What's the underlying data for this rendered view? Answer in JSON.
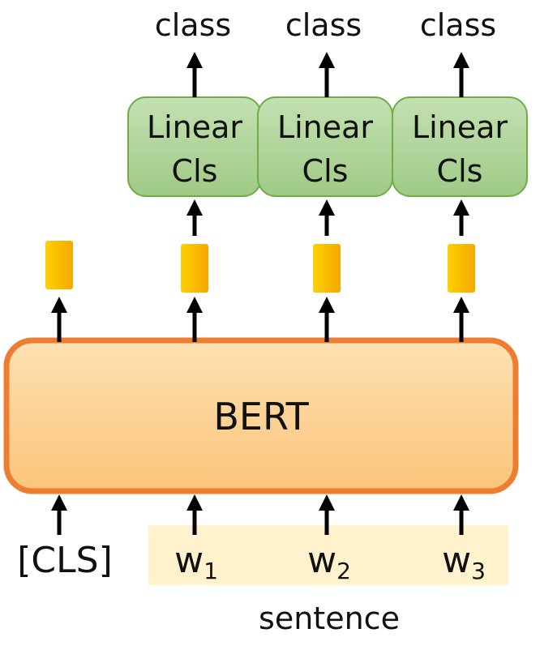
{
  "outputs": {
    "labels": [
      "class",
      "class",
      "class"
    ]
  },
  "classifiers": {
    "line1": [
      "Linear",
      "Linear",
      "Linear"
    ],
    "line2": [
      "Cls",
      "Cls",
      "Cls"
    ]
  },
  "encoder": {
    "label": "BERT"
  },
  "inputs": {
    "cls_token": "[CLS]",
    "tokens": [
      {
        "base": "w",
        "sub": "1"
      },
      {
        "base": "w",
        "sub": "2"
      },
      {
        "base": "w",
        "sub": "3"
      }
    ],
    "group_label": "sentence"
  },
  "colors": {
    "classifier_fill": "#a9d08e",
    "classifier_stroke": "#70ad47",
    "encoder_fill": "#fdd69a",
    "encoder_stroke": "#ed7d31",
    "embedding_fill": "#ffc000",
    "sentence_band": "#fff2cc",
    "arrow": "#000000"
  }
}
